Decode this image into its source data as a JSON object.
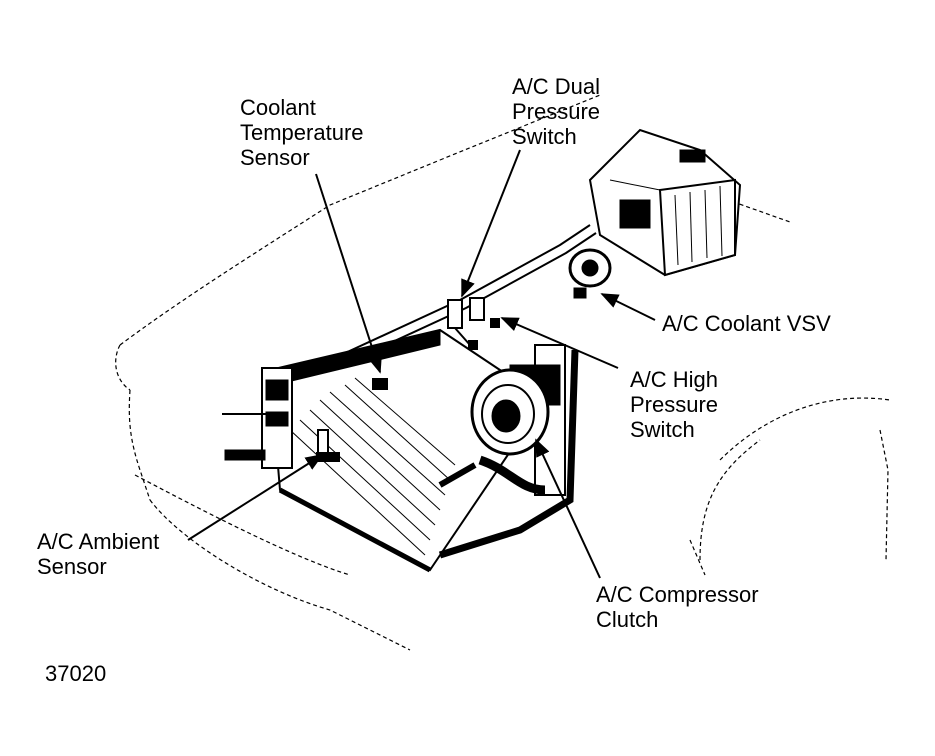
{
  "labels": {
    "coolant_temperature_sensor": [
      "Coolant",
      "Temperature",
      "Sensor"
    ],
    "ac_dual_pressure_switch": [
      "A/C Dual",
      "Pressure",
      "Switch"
    ],
    "ac_coolant_vsv": [
      "A/C Coolant VSV"
    ],
    "ac_high_pressure_switch": [
      "A/C High",
      "Pressure",
      "Switch"
    ],
    "ac_ambient_sensor": [
      "A/C Ambient",
      "Sensor"
    ],
    "ac_compressor_clutch": [
      "A/C Compressor",
      "Clutch"
    ]
  },
  "figure_number": "37020",
  "colors": {
    "ink": "#000000",
    "paper": "#ffffff"
  }
}
